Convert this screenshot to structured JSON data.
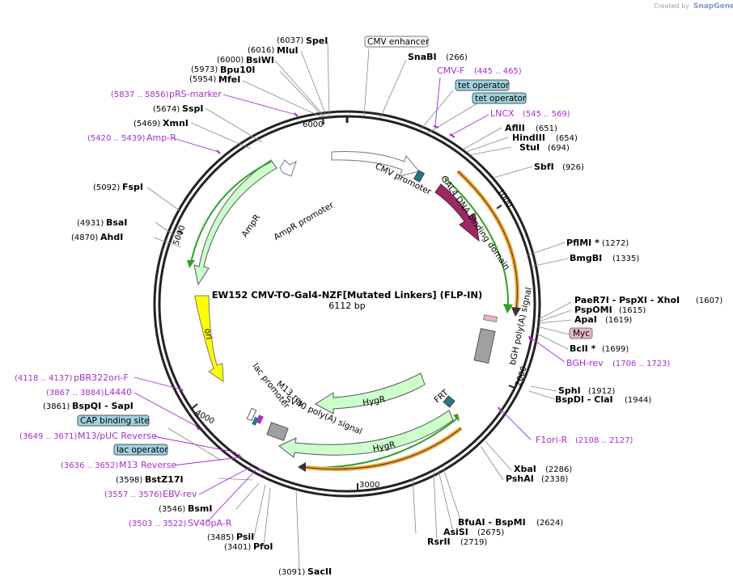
{
  "watermark": {
    "prefix": "Created by",
    "brand": "SnapGene"
  },
  "plasmid": {
    "title": "EW152 CMV-TO-Gal4-NZF[Mutated Linkers] (FLP-IN)",
    "size": "6112 bp"
  },
  "ruler": [
    "1000",
    "2000",
    "3000",
    "4000",
    "5000",
    "6000"
  ],
  "features": [
    {
      "label": "CMV promoter"
    },
    {
      "label": "GAL4 DNA binding domain"
    },
    {
      "label": "bGH poly(A) signal"
    },
    {
      "label": "FRT"
    },
    {
      "label": "HygR"
    },
    {
      "label": "HygR"
    },
    {
      "label": "SV40 poly(A) signal"
    },
    {
      "label": "M13 rev"
    },
    {
      "label": "lac promoter"
    },
    {
      "label": "ori"
    },
    {
      "label": "AmpR"
    },
    {
      "label": "AmpR promoter"
    }
  ],
  "boxed_labels": [
    {
      "text": "CMV enhancer",
      "color": "#ffffff"
    },
    {
      "text": "tet operator",
      "color": "#9fd2e0"
    },
    {
      "text": "tet operator",
      "color": "#9fd2e0"
    },
    {
      "text": "Myc",
      "color": "#e8b4c8"
    },
    {
      "text": "CAP binding site",
      "color": "#9fd2e0"
    },
    {
      "text": "lac operator",
      "color": "#9fd2e0"
    }
  ],
  "sites": [
    {
      "name": "SpeI",
      "pos": "(6037)"
    },
    {
      "name": "MluI",
      "pos": "(6016)"
    },
    {
      "name": "BsiWI",
      "pos": "(6000)"
    },
    {
      "name": "Bpu10I",
      "pos": "(5973)"
    },
    {
      "name": "MfeI",
      "pos": "(5954)"
    },
    {
      "name": "SnaBI",
      "pos": "(266)"
    },
    {
      "name": "AflII",
      "pos": "(651)"
    },
    {
      "name": "HindIII",
      "pos": "(654)"
    },
    {
      "name": "StuI",
      "pos": "(694)"
    },
    {
      "name": "SbfI",
      "pos": "(926)"
    },
    {
      "name": "PflMI *",
      "pos": "(1272)"
    },
    {
      "name": "BmgBI",
      "pos": "(1335)"
    },
    {
      "name": "PaeR7I - PspXI - XhoI",
      "pos": "(1607)"
    },
    {
      "name": "PspOMI",
      "pos": "(1615)"
    },
    {
      "name": "ApaI",
      "pos": "(1619)"
    },
    {
      "name": "BclI *",
      "pos": "(1699)"
    },
    {
      "name": "SphI",
      "pos": "(1912)"
    },
    {
      "name": "BspDI - ClaI",
      "pos": "(1944)"
    },
    {
      "name": "XbaI",
      "pos": "(2286)"
    },
    {
      "name": "PshAI",
      "pos": "(2338)"
    },
    {
      "name": "BfuAI - BspMI",
      "pos": "(2624)"
    },
    {
      "name": "AsiSI",
      "pos": "(2675)"
    },
    {
      "name": "RsrII",
      "pos": "(2719)"
    },
    {
      "name": "SacII",
      "pos": "(3091)"
    },
    {
      "name": "PfoI",
      "pos": "(3401)"
    },
    {
      "name": "PsiI",
      "pos": "(3485)"
    },
    {
      "name": "BsmI",
      "pos": "(3546)"
    },
    {
      "name": "BstZ17I",
      "pos": "(3598)"
    },
    {
      "name": "BspQI - SapI",
      "pos": "(3861)"
    },
    {
      "name": "AhdI",
      "pos": "(4870)"
    },
    {
      "name": "BsaI",
      "pos": "(4931)"
    },
    {
      "name": "FspI",
      "pos": "(5092)"
    },
    {
      "name": "XmnI",
      "pos": "(5469)"
    },
    {
      "name": "SspI",
      "pos": "(5674)"
    }
  ],
  "primers": [
    {
      "name": "CMV-F",
      "pos": "(445 .. 465)"
    },
    {
      "name": "LNCX",
      "pos": "(545 .. 569)"
    },
    {
      "name": "BGH-rev",
      "pos": "(1706 .. 1723)"
    },
    {
      "name": "F1ori-R",
      "pos": "(2108 .. 2127)"
    },
    {
      "name": "SV40pA-R",
      "pos": "(3503 .. 3522)"
    },
    {
      "name": "EBV-rev",
      "pos": "(3557 .. 3576)"
    },
    {
      "name": "M13 Reverse",
      "pos": "(3636 .. 3652)"
    },
    {
      "name": "M13/pUC Reverse",
      "pos": "(3649 .. 3671)"
    },
    {
      "name": "L4440",
      "pos": "(3867 .. 3884)"
    },
    {
      "name": "pBR322ori-F",
      "pos": "(4118 .. 4137)"
    },
    {
      "name": "Amp-R",
      "pos": "(5420 .. 5439)"
    },
    {
      "name": "pRS-marker",
      "pos": "(5837 .. 5856)"
    }
  ],
  "colors": {
    "backbone": "#222222",
    "cmv": "#ffffff",
    "gal4": "#9b2a63",
    "ori": "#ffff00",
    "resistance": "#ccffcc",
    "orange": "#f7a630",
    "green": "#2e9e2e",
    "gray": "#a0a0a0",
    "primer": "#a62dcf",
    "teal": "#2b7488"
  }
}
